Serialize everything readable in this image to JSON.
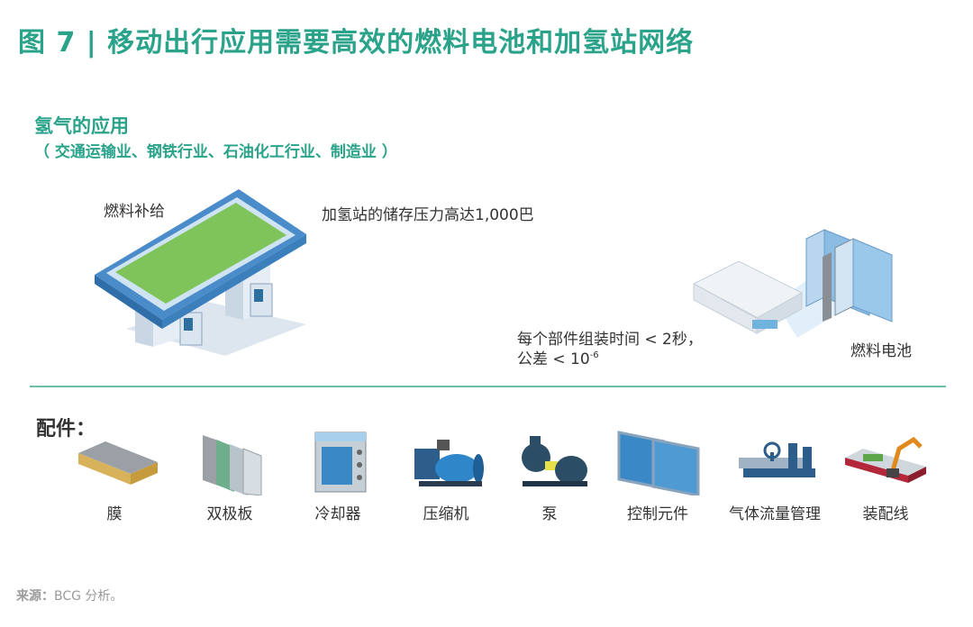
{
  "header": {
    "title": "图 7 | 移动出行应用需要高效的燃料电池和加氢站网络"
  },
  "applications": {
    "heading": "氢气的应用",
    "subheading": "（ 交通运输业、钢铁行业、石油化工行业、制造业 ）"
  },
  "station": {
    "label": "燃料补给",
    "storage_text": "加氢站的储存压力高达1,000巴"
  },
  "fuel_cell": {
    "label": "燃料电池",
    "assembly_line1": "每个部件组装时间 < 2秒，",
    "assembly_line2_prefix": "公差 < 10",
    "assembly_line2_exp": "-6"
  },
  "parts": {
    "title": "配件：",
    "items": [
      {
        "label": "膜",
        "icon": "membrane-icon"
      },
      {
        "label": "双极板",
        "icon": "bipolar-plate-icon"
      },
      {
        "label": "冷却器",
        "icon": "cooler-icon"
      },
      {
        "label": "压缩机",
        "icon": "compressor-icon"
      },
      {
        "label": "泵",
        "icon": "pump-icon"
      },
      {
        "label": "控制元件",
        "icon": "control-element-icon"
      },
      {
        "label": "气体流量管理",
        "icon": "gas-flow-icon"
      },
      {
        "label": "装配线",
        "icon": "assembly-line-icon"
      }
    ]
  },
  "footer": {
    "source_label": "来源：",
    "source_text": "BCG 分析。"
  },
  "colors": {
    "accent": "#2aa38a",
    "station_roof": "#7fc45a",
    "steel": "#7aaedc"
  }
}
